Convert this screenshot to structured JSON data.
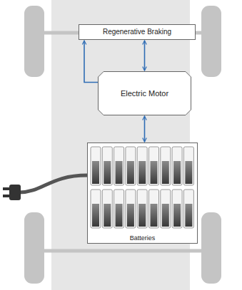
{
  "diagram": {
    "nodes": [
      {
        "text": [
          "Regenerative Braking"
        ]
      },
      {
        "text": [
          "Electric Motor"
        ]
      },
      {
        "text": [
          "Batteries"
        ]
      }
    ],
    "edges": [
      {
        "from": 1,
        "to": 0,
        "arrow": "both"
      },
      {
        "from": 1,
        "to": 0,
        "arrow": "to"
      },
      {
        "from": 2,
        "to": 1,
        "arrow": "both"
      }
    ]
  }
}
